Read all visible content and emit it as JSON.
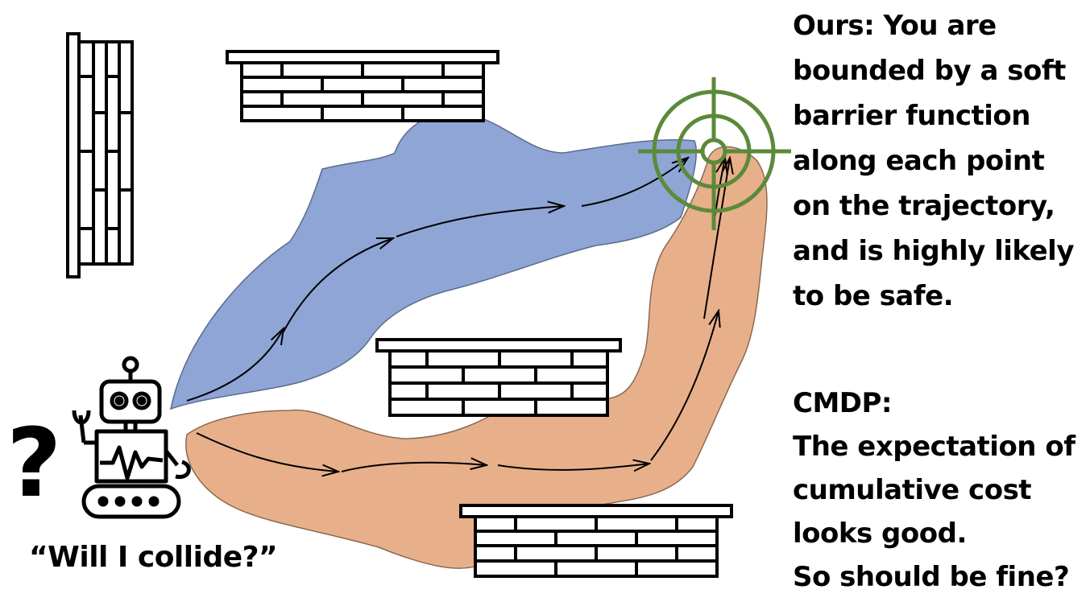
{
  "captions": {
    "ours": [
      "Ours: You are",
      "bounded by a soft",
      "barrier function",
      "along each point",
      "on the trajectory,",
      "and is highly likely",
      "to be safe."
    ],
    "cmdp": [
      "CMDP:",
      "The expectation of",
      "cumulative cost",
      "looks good.",
      "So should be fine?"
    ]
  },
  "robot": {
    "quote": "“Will I collide?”",
    "question_mark": "?"
  },
  "colors": {
    "blue_region": "#8ea5d6",
    "orange_region": "#e8b08a",
    "target": "#5b8a3a",
    "ink": "#000000"
  },
  "icons": [
    "brick-wall-icon",
    "robot-icon",
    "target-crosshair-icon",
    "question-mark-icon"
  ]
}
